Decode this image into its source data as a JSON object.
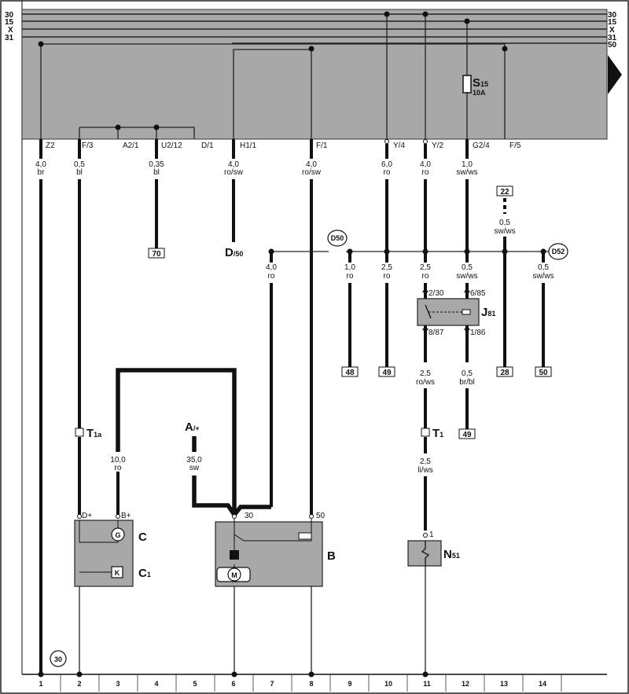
{
  "bus_labels": [
    "30",
    "15",
    "X",
    "31"
  ],
  "bus_right_labels": [
    "30",
    "15",
    "X",
    "31",
    "50"
  ],
  "fuse": {
    "name": "S",
    "sub": "15",
    "rating": "10A"
  },
  "connectors": [
    {
      "col": 1,
      "label": "Z2",
      "size": "4,0",
      "color": "br"
    },
    {
      "col": 2,
      "label": "F/3",
      "size": "0,5",
      "color": "bl"
    },
    {
      "col": 3,
      "label": "A2/1",
      "size": "",
      "color": ""
    },
    {
      "col": 4,
      "label": "U2/12",
      "size": "0,35",
      "color": "bl"
    },
    {
      "col": 5,
      "label": "D/1",
      "size": "",
      "color": ""
    },
    {
      "col": 6,
      "label": "H1/1",
      "size": "4,0",
      "color": "ro/sw"
    },
    {
      "col": 8,
      "label": "F/1",
      "size": "4,0",
      "color": "ro/sw"
    },
    {
      "col": 10,
      "label": "Y/4",
      "size": "6,0",
      "color": "ro"
    },
    {
      "col": 11,
      "label": "Y/2",
      "size": "4,0",
      "color": "ro"
    },
    {
      "col": 12,
      "label": "G2/4",
      "size": "1,0",
      "color": "sw/ws"
    },
    {
      "col": 13,
      "label": "F/5",
      "size": "",
      "color": ""
    }
  ],
  "mid_wires": [
    {
      "col": 7,
      "size": "4,0",
      "color": "ro"
    },
    {
      "col": 9,
      "size": "1,0",
      "color": "ro"
    },
    {
      "col": 10,
      "size": "2,5",
      "color": "ro"
    },
    {
      "col": 11,
      "size": "2,5",
      "color": "ro"
    },
    {
      "col": 12,
      "size": "0,5",
      "color": "sw/ws"
    },
    {
      "col": 14,
      "size": "0,5",
      "color": "sw/ws"
    }
  ],
  "refs": {
    "r70": "70",
    "r48": "48",
    "r49a": "49",
    "r28": "28",
    "r50": "50",
    "r49b": "49",
    "r22": "22"
  },
  "wire_22": {
    "size": "0,5",
    "color": "sw/ws"
  },
  "wire_j81_out1": {
    "size": "2,5",
    "color": "ro/ws"
  },
  "wire_j81_out2": {
    "size": "0,5",
    "color": "br/bl"
  },
  "wire_n51": {
    "size": "2,5",
    "color": "li/ws"
  },
  "wire_c_b": {
    "size": "10,0",
    "color": "ro"
  },
  "wire_a": {
    "size": "35,0",
    "color": "sw"
  },
  "nodes": {
    "d50": "D50",
    "d52": "D52",
    "d30": "30"
  },
  "labels": {
    "d_name": "D",
    "d_sub": "/50",
    "a_name": "A",
    "a_sub": "/+",
    "t1a_name": "T",
    "t1a_sub": "1a",
    "t1_name": "T",
    "t1_sub": "1",
    "j81_name": "J",
    "j81_sub": "81",
    "n51_name": "N",
    "n51_sub": "51",
    "c_name": "C",
    "c1_name": "C",
    "c1_sub": "1",
    "b_name": "B",
    "d_plus": "D+",
    "b_plus": "B+",
    "b_pin30": "30",
    "b_pin50": "50",
    "j_230": "2/30",
    "j_685": "6/85",
    "j_887": "8/87",
    "j_186": "1/86",
    "n51_pin": "1",
    "g_sym": "G",
    "k_sym": "K",
    "m_sym": "M"
  },
  "columns": [
    "1",
    "2",
    "3",
    "4",
    "5",
    "6",
    "7",
    "8",
    "9",
    "10",
    "11",
    "12",
    "13",
    "14"
  ]
}
